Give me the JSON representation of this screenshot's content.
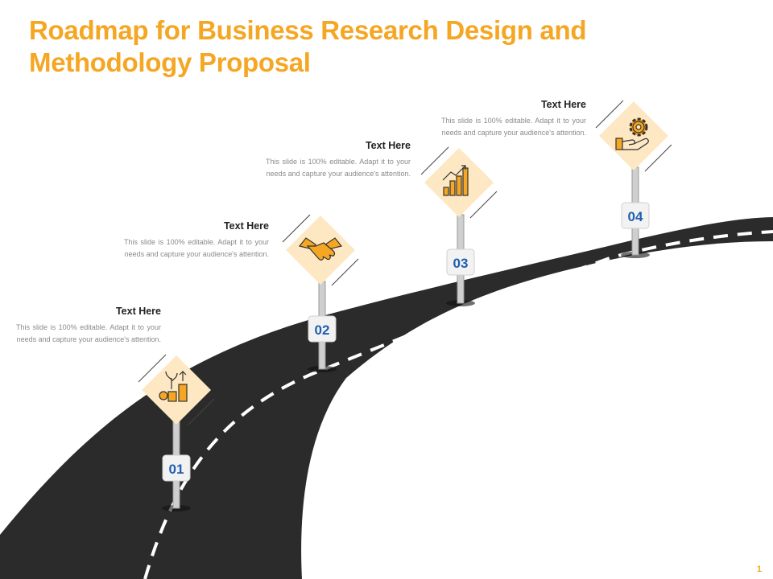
{
  "title": "Roadmap for Business Research Design and Methodology Proposal",
  "page_number": "1",
  "colors": {
    "accent": "#f5a623",
    "road": "#2b2b2b",
    "badge_text": "#1f5fb0",
    "sign_fill": "#fde8c3"
  },
  "steps": [
    {
      "number": "01",
      "heading": "Text Here",
      "description": "This slide is 100% editable. Adapt it to your needs and capture your audience's attention.",
      "icon": "coin-stack-growth-icon"
    },
    {
      "number": "02",
      "heading": "Text Here",
      "description": "This slide is 100% editable. Adapt it to your needs and capture your audience's attention.",
      "icon": "handshake-icon"
    },
    {
      "number": "03",
      "heading": "Text Here",
      "description": "This slide is 100% editable. Adapt it to your needs and capture your audience's attention.",
      "icon": "bar-chart-growth-icon"
    },
    {
      "number": "04",
      "heading": "Text Here",
      "description": "This slide is 100% editable. Adapt it to your needs and capture your audience's attention.",
      "icon": "gear-hand-icon"
    }
  ]
}
